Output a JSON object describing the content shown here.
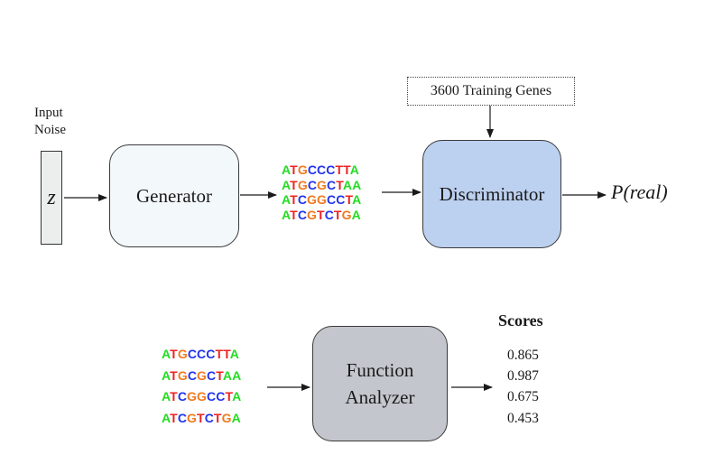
{
  "input_noise": {
    "label_line1": "Input",
    "label_line2": "Noise",
    "symbol": "z"
  },
  "generator": {
    "label": "Generator"
  },
  "discriminator": {
    "label": "Discriminator"
  },
  "training": {
    "label": "3600 Training Genes"
  },
  "output": {
    "label": "P(real)"
  },
  "function_analyzer": {
    "label_line1": "Function",
    "label_line2": "Analyzer"
  },
  "scores": {
    "title": "Scores",
    "values": [
      "0.865",
      "0.987",
      "0.675",
      "0.453"
    ]
  },
  "sequences": [
    "ATGCCCTTA",
    "ATGCGCTAA",
    "ATCGGCCTA",
    "ATCGTCTGA"
  ],
  "nucleotide_colors": {
    "A": "#22dd22",
    "T": "#ee2222",
    "G": "#f07a1f",
    "C": "#2233ee"
  },
  "box_colors": {
    "generator": "#f3f8fb",
    "discriminator": "#bcd0f0",
    "function_analyzer": "#c3c6cc",
    "noise": "#eceeed"
  }
}
